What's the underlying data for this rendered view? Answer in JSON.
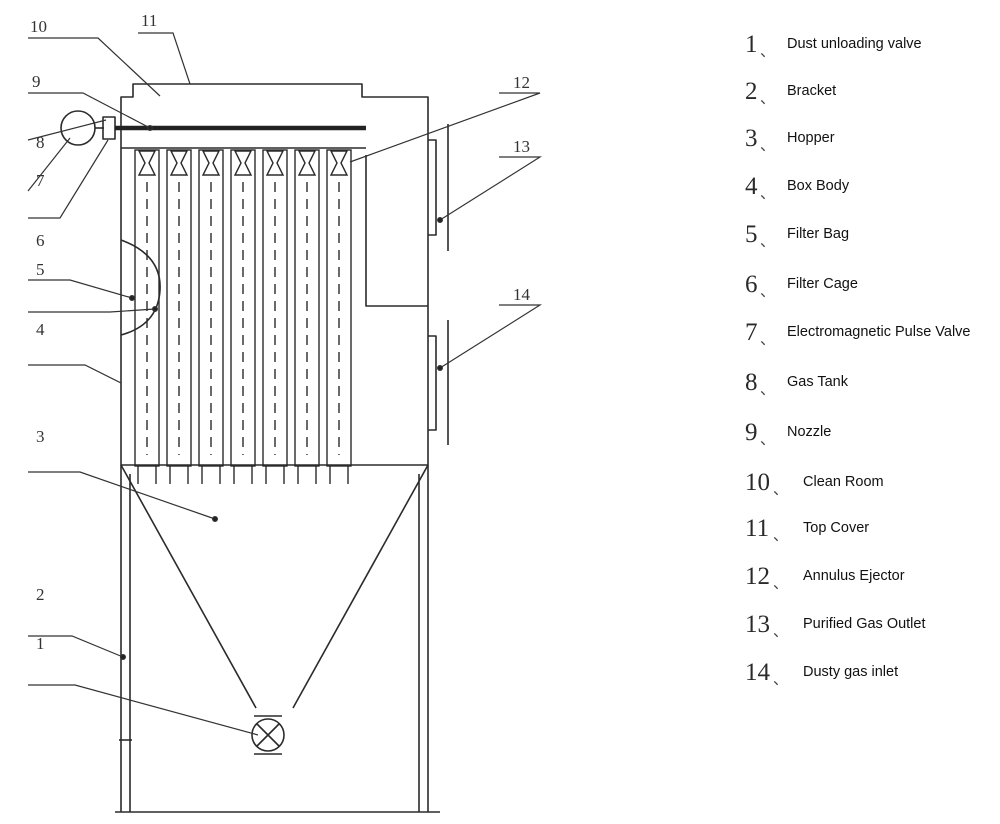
{
  "diagram": {
    "callouts": [
      "10",
      "11",
      "9",
      "12",
      "8",
      "7",
      "13",
      "6",
      "5",
      "14",
      "4",
      "3",
      "2",
      "1"
    ]
  },
  "legend": {
    "separator": "、",
    "items": [
      {
        "num": "1",
        "label": "Dust unloading valve"
      },
      {
        "num": "2",
        "label": "Bracket"
      },
      {
        "num": "3",
        "label": "Hopper"
      },
      {
        "num": "4",
        "label": "Box Body"
      },
      {
        "num": "5",
        "label": "Filter Bag"
      },
      {
        "num": "6",
        "label": "Filter Cage"
      },
      {
        "num": "7",
        "label": "Electromagnetic Pulse Valve"
      },
      {
        "num": "8",
        "label": "Gas Tank"
      },
      {
        "num": "9",
        "label": "Nozzle"
      },
      {
        "num": "10",
        "label": "Clean Room"
      },
      {
        "num": "11",
        "label": "Top Cover"
      },
      {
        "num": "12",
        "label": "Annulus Ejector"
      },
      {
        "num": "13",
        "label": "Purified Gas Outlet"
      },
      {
        "num": "14",
        "label": "Dusty gas inlet"
      }
    ]
  }
}
